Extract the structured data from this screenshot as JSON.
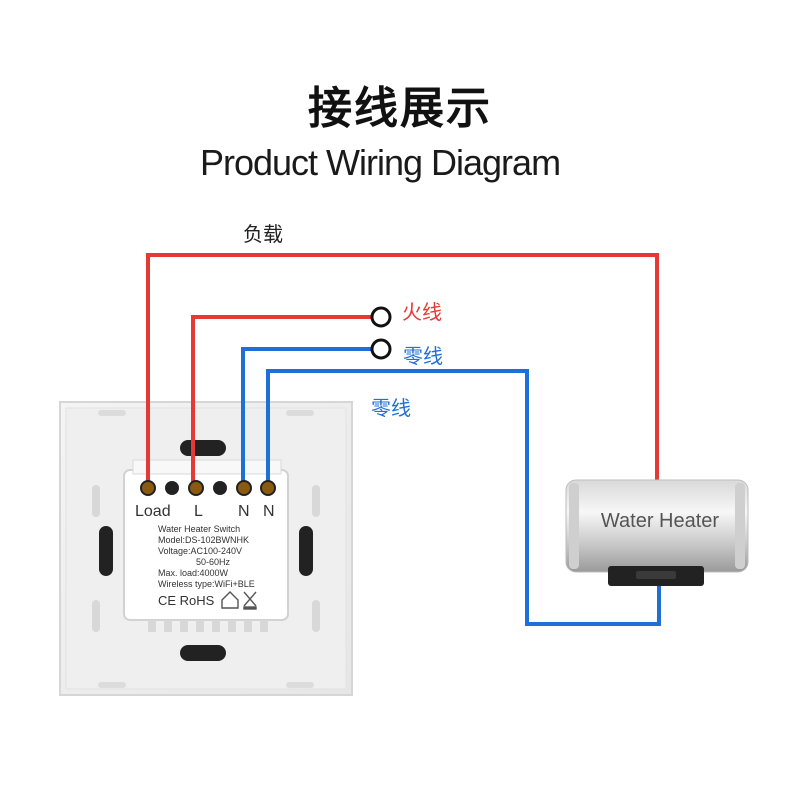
{
  "title": {
    "cn": "接线展示",
    "en": "Product Wiring Diagram"
  },
  "wire_labels": {
    "load": "负载",
    "live": "火线",
    "neutral_supply": "零线",
    "neutral_heater": "零线"
  },
  "terminals": {
    "load": "Load",
    "l": "L",
    "n1": "N",
    "n2": "N"
  },
  "module_label": {
    "line1": "Water Heater Switch",
    "line2": "Model:DS-102BWNHK",
    "line3": "Voltage:AC100-240V",
    "line4": "50-60Hz",
    "line5": "Max. load:4000W",
    "line6": "Wireless type:WiFi+BLE",
    "certs": "CE RoHS"
  },
  "heater": {
    "label": "Water Heater"
  },
  "colors": {
    "live_wire": "#e53935",
    "neutral_wire": "#1e6fd9"
  }
}
